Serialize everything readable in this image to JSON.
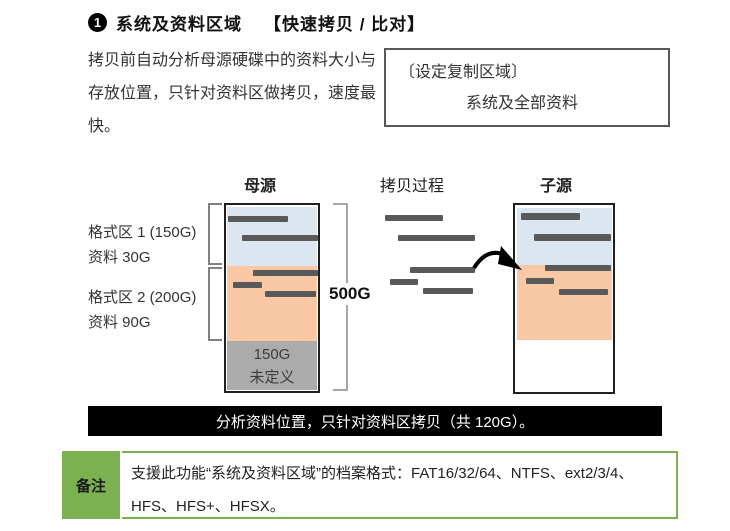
{
  "header": {
    "number": "1",
    "title": "系统及资料区域",
    "mode": "【快速拷贝 / 比对】"
  },
  "intro": "拷贝前自动分析母源硬碟中的资料大小与存放位置，只针对资料区做拷贝，速度最快。",
  "settings_box": {
    "title": "〔设定复制区域〕",
    "value": "系统及全部资料"
  },
  "diagram": {
    "source_label": "母源",
    "process_label": "拷贝过程",
    "target_label": "子源",
    "partition1": {
      "name": "格式区 1 (150G)",
      "data": "资料 30G"
    },
    "partition2": {
      "name": "格式区 2 (200G)",
      "data": "资料 90G"
    },
    "total_capacity": "500G",
    "unallocated": {
      "size": "150G",
      "label": "未定义"
    },
    "colors": {
      "system_area": "#dce6f1",
      "data_area": "#f8c9a4",
      "unallocated_area": "#ababab",
      "data_bar": "#595959"
    }
  },
  "caption": {
    "text": "分析资料位置，只针对资料区拷贝（共 120G）。",
    "bg": "#000000"
  },
  "note": {
    "label": "备注",
    "text": "支援此功能“系统及资料区域”的档案格式：FAT16/32/64、NTFS、ext2/3/4、HFS、HFS+、HFSX。",
    "accent": "#7cb152"
  }
}
